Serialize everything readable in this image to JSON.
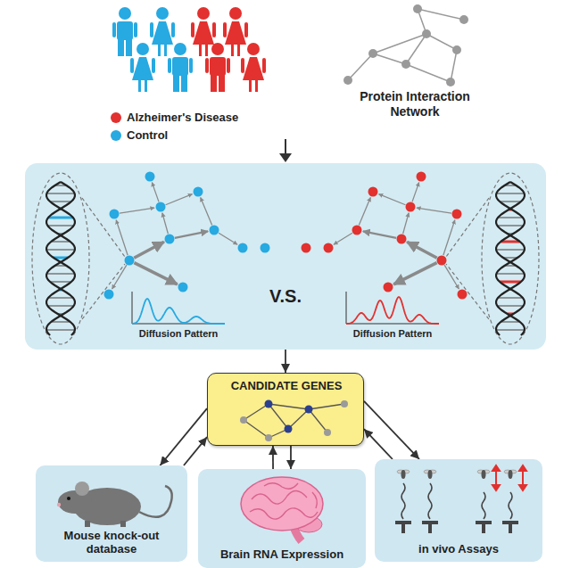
{
  "diagram": {
    "nodes": [
      {
        "text": [
          "V.S."
        ]
      },
      {
        "text": [
          "CANDIDATE GENES"
        ]
      },
      {
        "text": [
          "Mouse knock-out database"
        ]
      },
      {
        "text": [
          "Brain RNA Expression"
        ]
      },
      {
        "text": [
          "in vivo Assays"
        ]
      }
    ],
    "edges": [
      {
        "from": 0,
        "to": 1,
        "arrow": "to"
      },
      {
        "from": 1,
        "to": 2,
        "arrow": "to"
      },
      {
        "from": 2,
        "to": 1,
        "arrow": "to"
      },
      {
        "from": 3,
        "to": 1,
        "arrow": "to"
      },
      {
        "from": 1,
        "to": 3,
        "arrow": "to"
      },
      {
        "from": 1,
        "to": 4,
        "arrow": "to"
      },
      {
        "from": 4,
        "to": 1,
        "arrow": "to"
      }
    ],
    "labels": [
      "Protein Interaction Network",
      "Diffusion Pattern",
      "Diffusion Pattern"
    ],
    "legend": [
      {
        "text": "Alzheimer's Disease",
        "color": "#e2312f"
      },
      {
        "text": "Control",
        "color": "#27a9e1"
      }
    ]
  }
}
